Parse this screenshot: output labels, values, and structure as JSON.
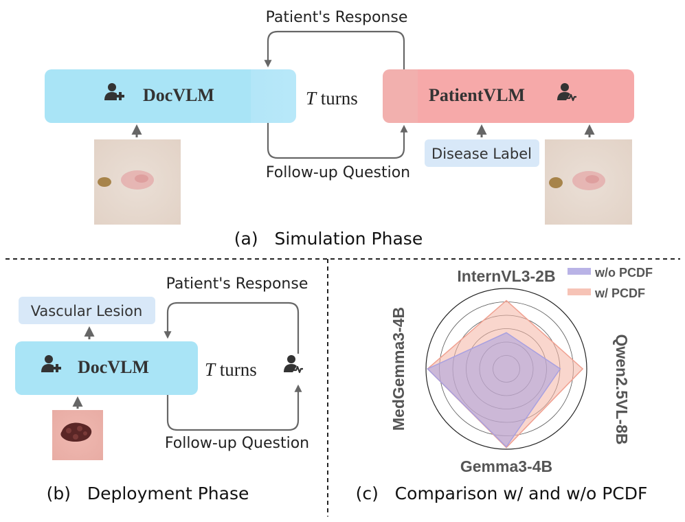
{
  "colors": {
    "doc_box": "#a9e4f6",
    "patient_box": "#f6a9a9",
    "label_box": "#d8e8f8",
    "arrow": "#666666",
    "series_without": "#a8a0e0",
    "series_with": "#f4b4a4"
  },
  "simulation": {
    "caption": "(a)   Simulation Phase",
    "doc_label": "DocVLM",
    "patient_label": "PatientVLM",
    "turns_var": "T",
    "turns_word": " turns",
    "response_label": "Patient's Response",
    "question_label": "Follow-up Question",
    "disease_label": "Disease Label"
  },
  "deployment": {
    "caption": "(b)   Deployment Phase",
    "doc_label": "DocVLM",
    "turns_var": "T",
    "turns_word": " turns",
    "response_label": "Patient's Response",
    "question_label": "Follow-up Question",
    "output_label": "Vascular Lesion"
  },
  "comparison": {
    "caption": "(c)   Comparison w/ and w/o PCDF"
  },
  "icons": [
    "doctor-plus-icon",
    "patient-pulse-icon"
  ],
  "chart_data": {
    "type": "radar",
    "axes": [
      "InternVL3-2B",
      "Qwen2.5VL-8B",
      "Gemma3-4B",
      "MedGemma3-4B"
    ],
    "series": [
      {
        "name": "w/o PCDF",
        "values": [
          0.45,
          0.67,
          0.97,
          0.98
        ]
      },
      {
        "name": "w/ PCDF",
        "values": [
          0.85,
          0.95,
          0.98,
          0.98
        ]
      }
    ],
    "rings": 6,
    "legend": "top-right"
  }
}
